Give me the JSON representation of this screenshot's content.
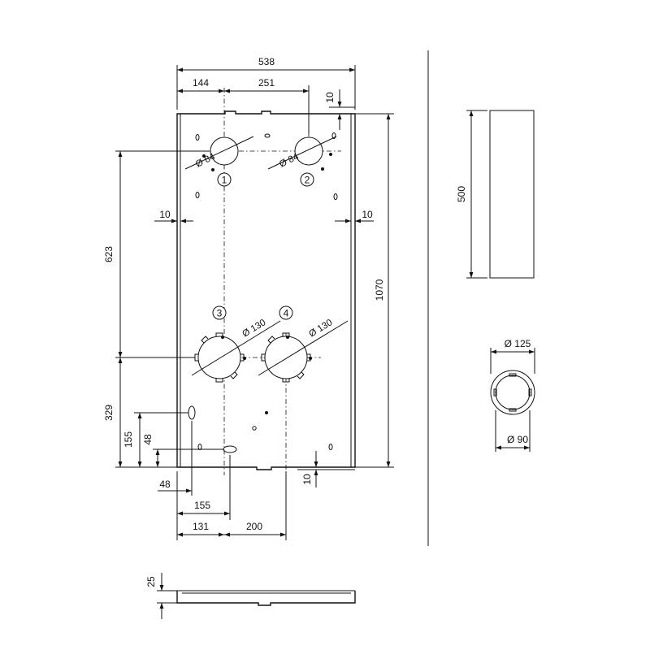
{
  "dimensions": {
    "total_width": "538",
    "left_offset": "144",
    "hole_spacing": "251",
    "top_gap": "10",
    "left_margin": "10",
    "right_margin": "10",
    "height_upper": "623",
    "total_height": "1070",
    "height_lower": "329",
    "slot_h_155": "155",
    "slot_h_48": "48",
    "slot_w_48": "48",
    "slot_w_155": "155",
    "bottom_131": "131",
    "bottom_200": "200",
    "bottom_gap": "10",
    "side_depth": "25",
    "tube_length": "500"
  },
  "holes": {
    "dia_small_1": "Ø 84",
    "dia_small_2": "Ø 84",
    "dia_large_3": "Ø 130",
    "dia_large_4": "Ø 130",
    "tube_outer": "Ø 125",
    "tube_inner": "Ø 90"
  },
  "markers": {
    "m1": "1",
    "m2": "2",
    "m3": "3",
    "m4": "4"
  }
}
